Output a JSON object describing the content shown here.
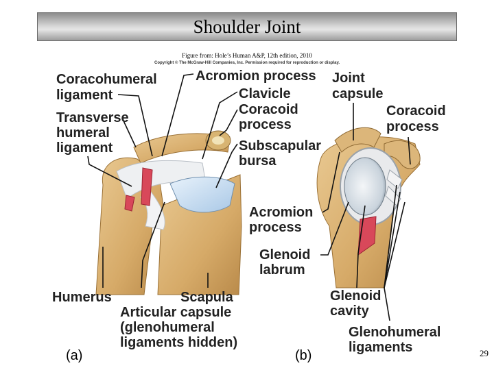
{
  "title": "Shoulder Joint",
  "source": "Figure from: Hole’s Human A&P, 12th edition, 2010",
  "copyright": "Copyright © The McGraw-Hill Companies, Inc. Permission required for reproduction or display.",
  "page_number": "29",
  "panel_a": {
    "tag": "(a)",
    "labels": {
      "coracohumeral": [
        "Coracohumeral",
        "ligament"
      ],
      "transverse_humeral": [
        "Transverse",
        "humeral",
        "ligament"
      ],
      "acromion": [
        "Acromion process"
      ],
      "clavicle": [
        "Clavicle"
      ],
      "coracoid": [
        "Coracoid",
        "process"
      ],
      "subscapular": [
        "Subscapular",
        "bursa"
      ],
      "humerus": [
        "Humerus"
      ],
      "scapula": [
        "Scapula"
      ],
      "articular_capsule": [
        "Articular capsule",
        "(glenohumeral",
        "ligaments hidden)"
      ]
    }
  },
  "panel_b": {
    "tag": "(b)",
    "labels": {
      "joint_capsule": [
        "Joint",
        "capsule"
      ],
      "coracoid": [
        "Coracoid",
        "process"
      ],
      "acromion": [
        "Acromion",
        "process"
      ],
      "glenoid_labrum": [
        "Glenoid",
        "labrum"
      ],
      "glenoid_cavity": [
        "Glenoid",
        "cavity"
      ],
      "glenohumeral_ligaments": [
        "Glenohumeral",
        "ligaments"
      ]
    }
  }
}
